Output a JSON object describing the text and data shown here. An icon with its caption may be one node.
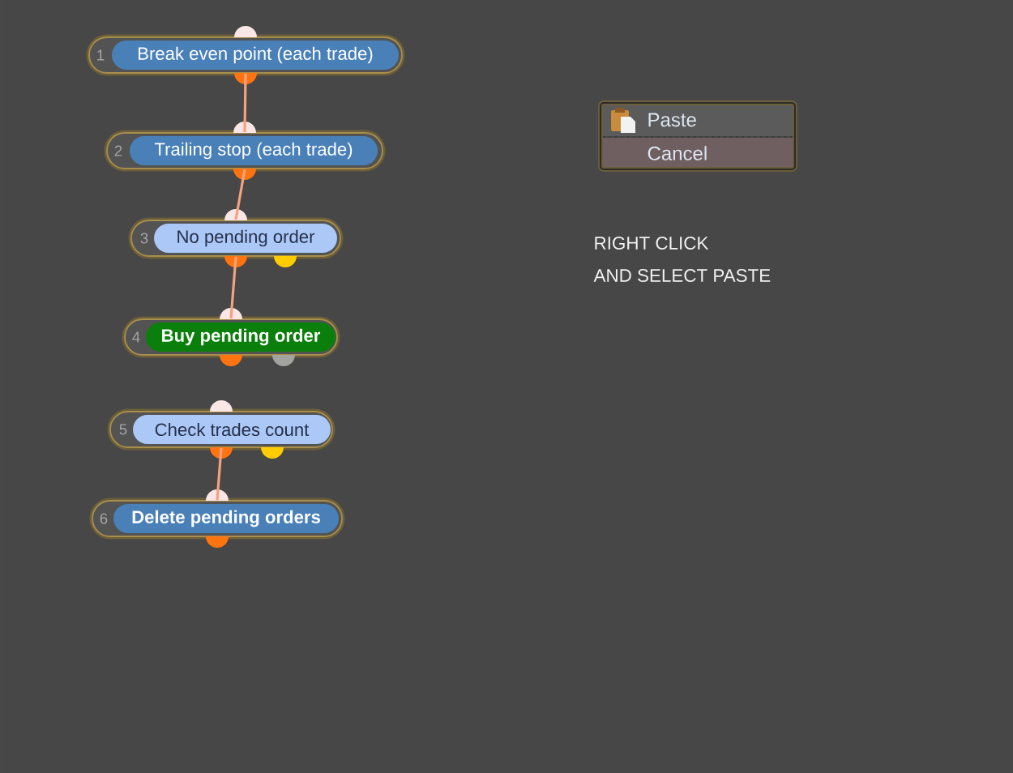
{
  "diagram": {
    "nodes": [
      {
        "text": [
          "1",
          "Break even point (each trade)"
        ]
      },
      {
        "text": [
          "2",
          "Trailing stop (each trade)"
        ]
      },
      {
        "text": [
          "3",
          "No pending order"
        ]
      },
      {
        "text": [
          "4",
          "Buy pending order"
        ]
      },
      {
        "text": [
          "5",
          "Check trades count"
        ]
      },
      {
        "text": [
          "6",
          "Delete pending orders"
        ]
      },
      {
        "text": [
          "Paste"
        ]
      },
      {
        "text": [
          "Cancel"
        ]
      }
    ],
    "edges": [
      {
        "from": 0,
        "to": 1,
        "arrow": "none"
      },
      {
        "from": 1,
        "to": 2,
        "arrow": "none"
      },
      {
        "from": 2,
        "to": 3,
        "arrow": "none"
      },
      {
        "from": 4,
        "to": 5,
        "arrow": "none"
      }
    ],
    "labels": [
      "RIGHT CLICK",
      "AND SELECT PASTE"
    ]
  }
}
